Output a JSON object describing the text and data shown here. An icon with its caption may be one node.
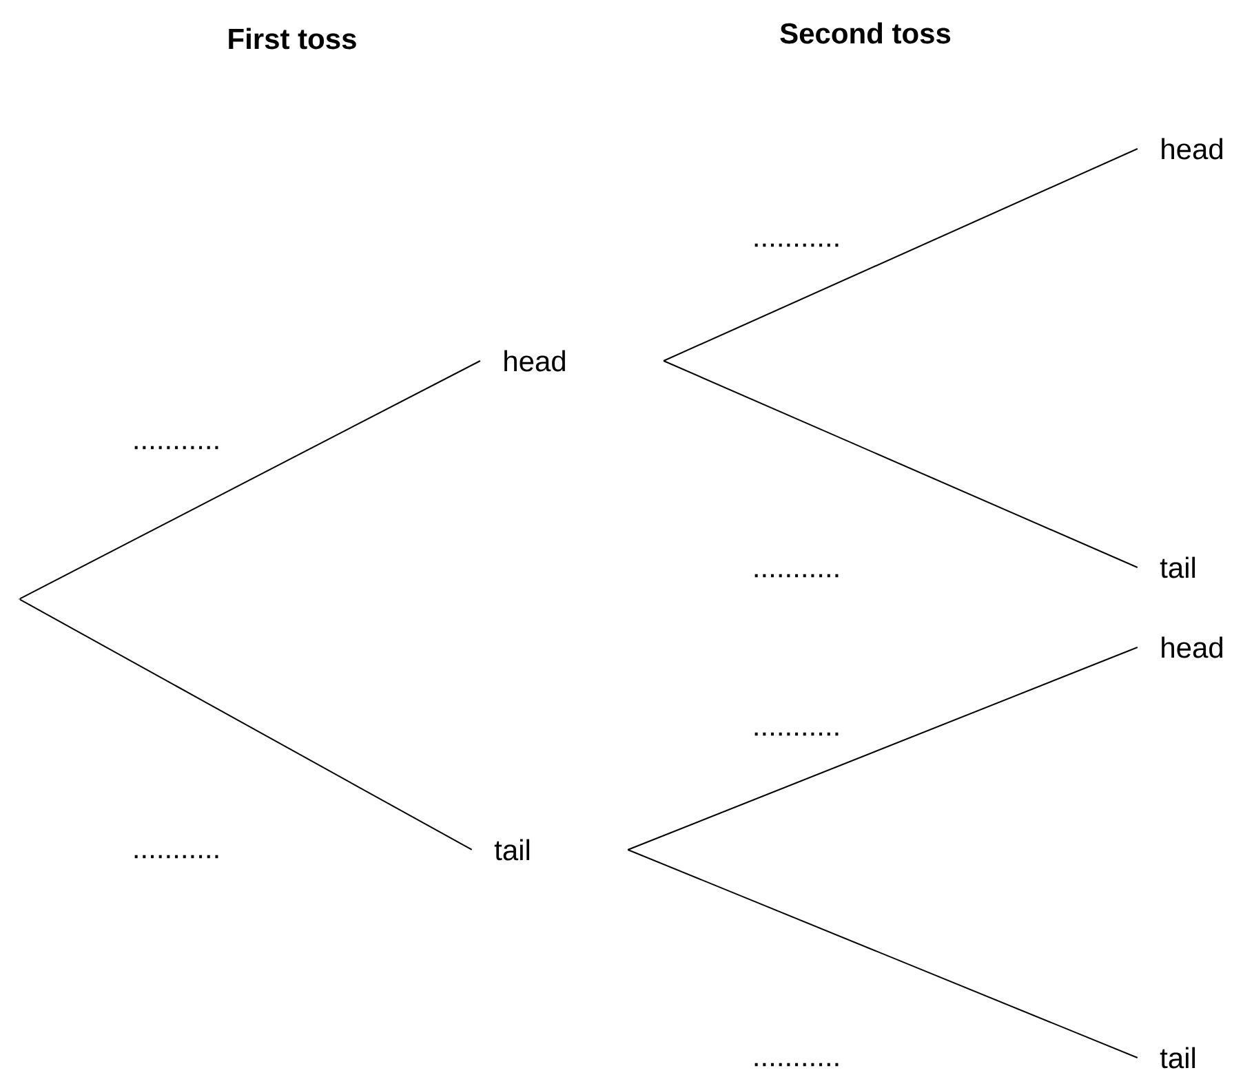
{
  "diagram": {
    "nodes": [
      {
        "text": [],
        "shape": "point"
      },
      {
        "text": [
          "head"
        ]
      },
      {
        "text": [
          "tail"
        ]
      },
      {
        "text": [
          "head"
        ]
      },
      {
        "text": [
          "tail"
        ]
      },
      {
        "text": [
          "head"
        ]
      },
      {
        "text": [
          "tail"
        ]
      }
    ],
    "edges": [
      {
        "from": 0,
        "to": 1,
        "arrow": "none",
        "label": "..........."
      },
      {
        "from": 0,
        "to": 2,
        "arrow": "none",
        "label": "..........."
      },
      {
        "from": 1,
        "to": 3,
        "arrow": "none",
        "label": "..........."
      },
      {
        "from": 1,
        "to": 4,
        "arrow": "none",
        "label": "..........."
      },
      {
        "from": 2,
        "to": 5,
        "arrow": "none",
        "label": "..........."
      },
      {
        "from": 2,
        "to": 6,
        "arrow": "none",
        "label": "..........."
      }
    ],
    "labels": [
      "First toss",
      "Second toss"
    ]
  }
}
